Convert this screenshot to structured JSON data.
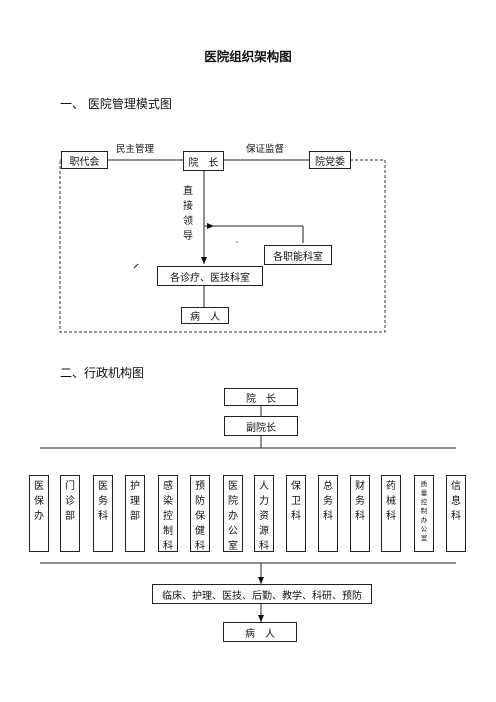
{
  "title": "医院组织架构图",
  "section1": {
    "heading": "一、 医院管理模式图",
    "nodes": {
      "staff_congress": "职代会",
      "president": "院　长",
      "party_committee": "院党委",
      "functional_depts": "各职能科室",
      "clinical_depts": "各诊疗、医技科室",
      "patient": "病　人"
    },
    "labels": {
      "democratic_management": "民主管理",
      "supervision": "保证监督",
      "direct_leadership": "直接领导"
    }
  },
  "section2": {
    "heading": "二、行政机构图",
    "president": "院　长",
    "vice_president": "副院长",
    "departments": [
      "医保办",
      "门诊部",
      "医务科",
      "护理部",
      "感染控制科",
      "预防保健科",
      "医院办公室",
      "人力资源科",
      "保卫科",
      "总务科",
      "财务科",
      "药械科",
      "质量控制办公室",
      "信息科"
    ],
    "services": "临床、护理、医技、后勤、教学、科研、预防",
    "patient": "病　人"
  }
}
